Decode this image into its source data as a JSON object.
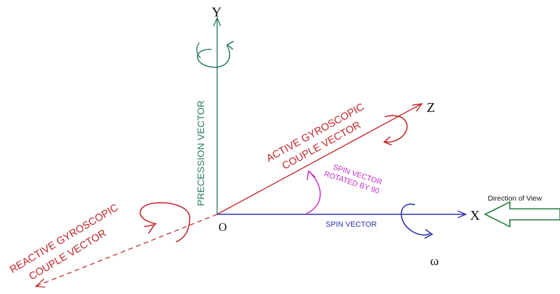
{
  "colors": {
    "precession": "#2e7d5b",
    "active": "#c0262b",
    "reactive": "#c0262b",
    "spin": "#2b2fa8",
    "rotated": "#c52fc5",
    "view_arrow": "#1f7a3a",
    "axis_text": "#111111"
  },
  "axes": {
    "y": "Y",
    "z": "Z",
    "x": "X",
    "origin": "O",
    "omega": "ω"
  },
  "labels": {
    "precession_vector": "PRECESSION VECTOR",
    "active_line1": "ACTIVE GYROSCOPIC",
    "active_line2": "COUPLE VECTOR",
    "reactive_line1": "REACTIVE GYROSCOPIC",
    "reactive_line2": "COUPLE VECTOR",
    "spin_rotated_line1": "SPIN VECTOR",
    "spin_rotated_line2": "ROTATED BY 90",
    "spin_vector": "SPIN VECTOR",
    "direction_of_view": "Direction of View"
  }
}
